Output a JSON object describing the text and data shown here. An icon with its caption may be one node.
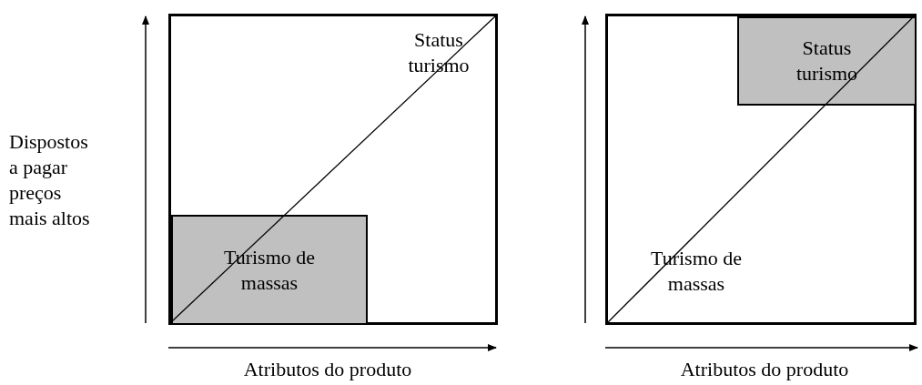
{
  "diagram": {
    "nodes": [
      {
        "text": [],
        "shape": "box"
      },
      {
        "text": [
          "Turismo de massas"
        ],
        "in": 0
      },
      {
        "text": [],
        "shape": "box"
      },
      {
        "text": [
          "Status turismo"
        ],
        "in": 2
      }
    ],
    "labels": [
      "Status turismo",
      "Dispostos a pagar preços mais altos",
      "Turismo de massas",
      "Atributos do produto",
      "Atributos do produto"
    ]
  }
}
